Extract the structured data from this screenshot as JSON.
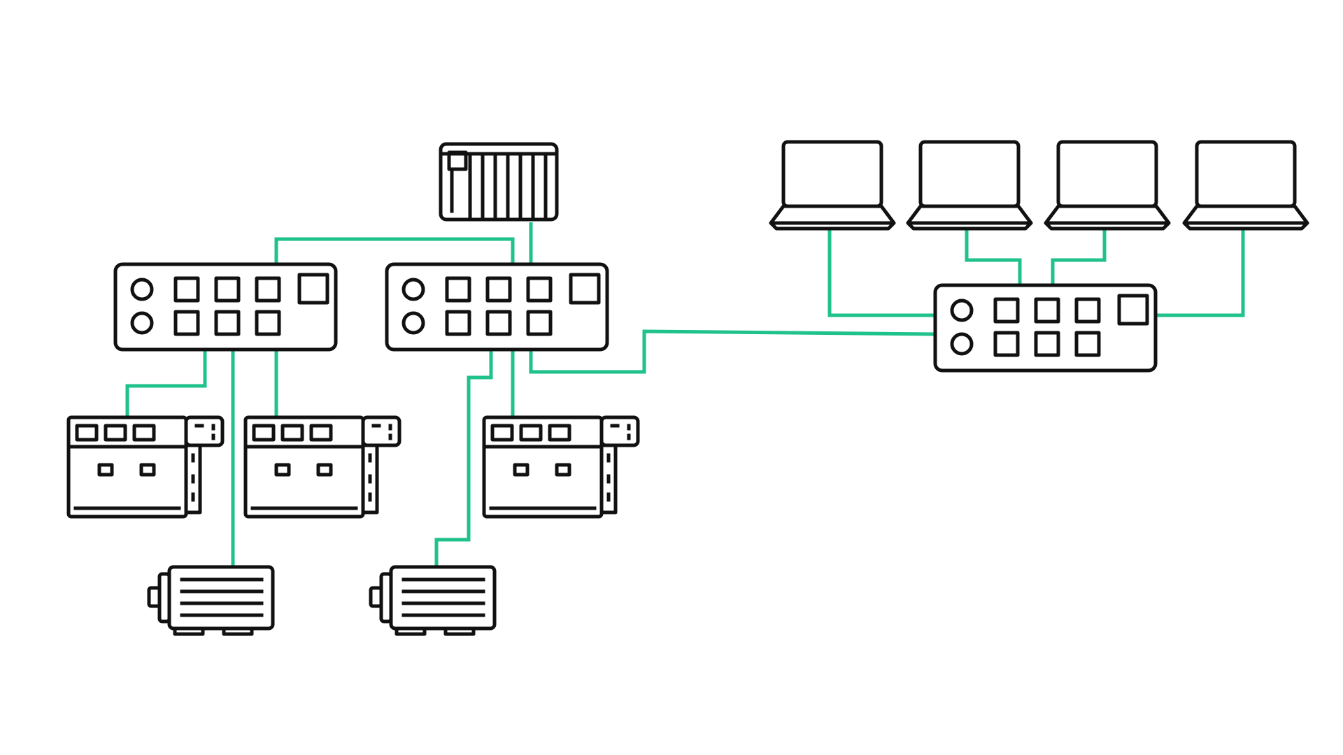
{
  "colors": {
    "background": "#ffffff",
    "outline": "#111111",
    "connection": "#1fc28a"
  },
  "devices": [
    {
      "id": "controller",
      "kind": "controller-icon"
    },
    {
      "id": "switch-left",
      "kind": "network-switch-icon"
    },
    {
      "id": "switch-center",
      "kind": "network-switch-icon"
    },
    {
      "id": "switch-right",
      "kind": "network-switch-icon"
    },
    {
      "id": "laptop-1",
      "kind": "laptop-icon"
    },
    {
      "id": "laptop-2",
      "kind": "laptop-icon"
    },
    {
      "id": "laptop-3",
      "kind": "laptop-icon"
    },
    {
      "id": "laptop-4",
      "kind": "laptop-icon"
    },
    {
      "id": "drive-1",
      "kind": "drive-unit-icon"
    },
    {
      "id": "drive-2",
      "kind": "drive-unit-icon"
    },
    {
      "id": "drive-3",
      "kind": "drive-unit-icon"
    },
    {
      "id": "motor-1",
      "kind": "motor-icon"
    },
    {
      "id": "motor-2",
      "kind": "motor-icon"
    }
  ],
  "connections": [
    {
      "from": "controller",
      "to": "switch-center"
    },
    {
      "from": "switch-left",
      "to": "switch-center"
    },
    {
      "from": "switch-left",
      "to": "drive-1"
    },
    {
      "from": "switch-left",
      "to": "drive-2"
    },
    {
      "from": "switch-left",
      "to": "motor-1"
    },
    {
      "from": "switch-center",
      "to": "drive-3"
    },
    {
      "from": "switch-center",
      "to": "motor-2"
    },
    {
      "from": "switch-center",
      "to": "switch-right"
    },
    {
      "from": "laptop-1",
      "to": "switch-right"
    },
    {
      "from": "laptop-2",
      "to": "switch-right"
    },
    {
      "from": "laptop-3",
      "to": "switch-right"
    },
    {
      "from": "laptop-4",
      "to": "switch-right"
    }
  ]
}
